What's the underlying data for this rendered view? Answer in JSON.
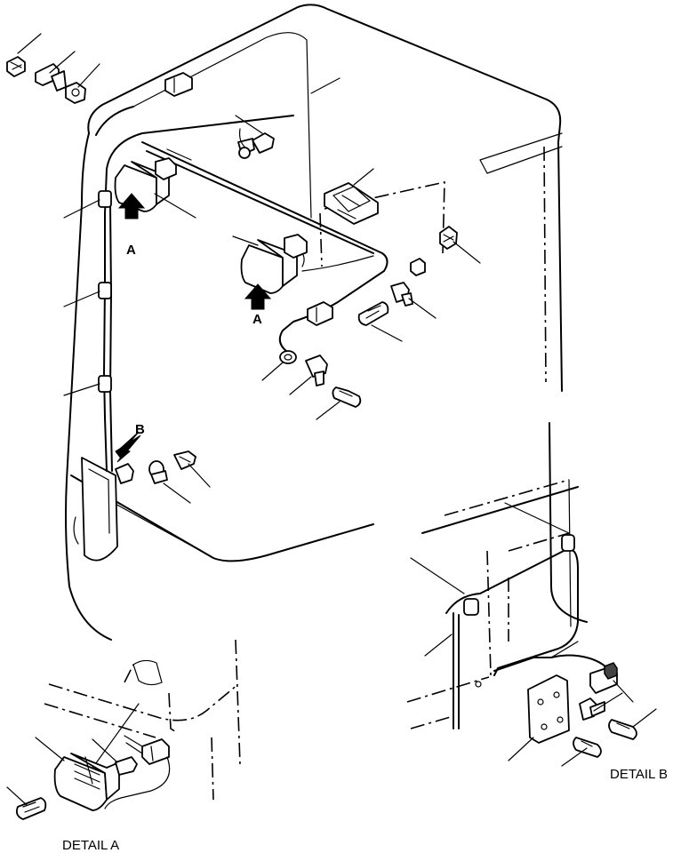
{
  "labels": {
    "view_a_top": "A",
    "view_a_center": "A",
    "view_b": "B",
    "detail_a": "DETAIL A",
    "detail_b": "DETAIL B"
  }
}
